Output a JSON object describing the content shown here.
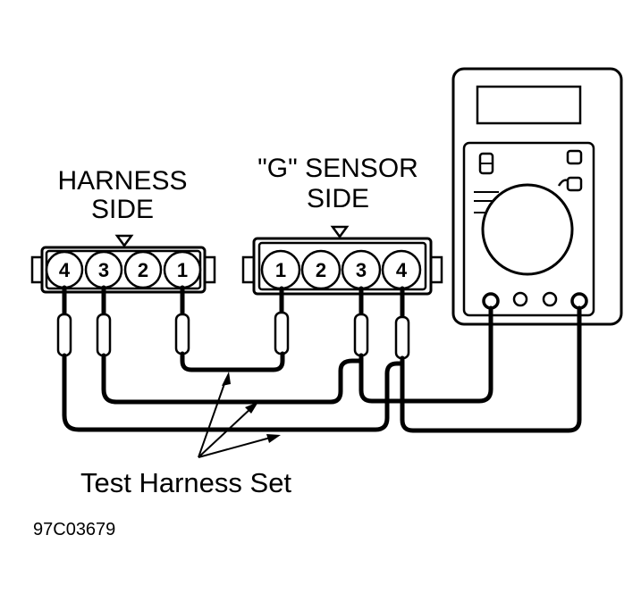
{
  "labels": {
    "harness_side_line1": "HARNESS",
    "harness_side_line2": "SIDE",
    "g_sensor_side_line1": "\"G\" SENSOR",
    "g_sensor_side_line2": "SIDE",
    "test_harness": "Test Harness Set",
    "figure_id": "97C03679"
  },
  "harness_connector": {
    "pins": [
      "4",
      "3",
      "2",
      "1"
    ]
  },
  "sensor_connector": {
    "pins": [
      "1",
      "2",
      "3",
      "4"
    ]
  },
  "multimeter": {
    "icon": "multimeter-icon"
  }
}
